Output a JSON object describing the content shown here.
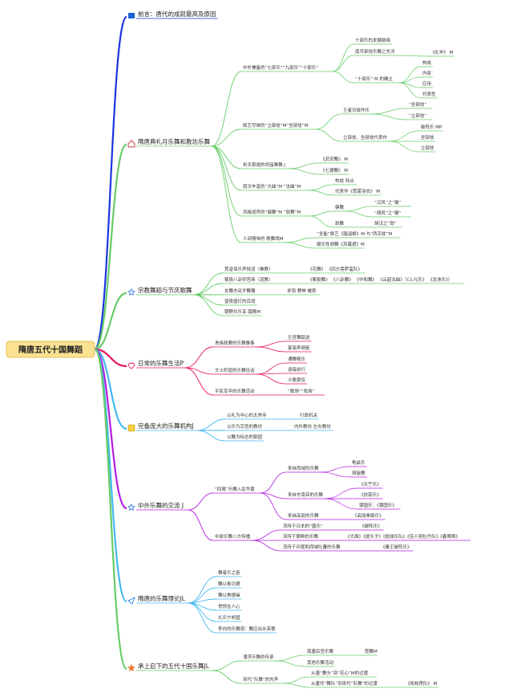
{
  "root": {
    "label": "隋唐五代十国舞蹈"
  },
  "branches": [
    {
      "id": "b0",
      "label": "前言：唐代的成就最高及原因",
      "color": "#1a35e0",
      "icon": "flag-icon",
      "items": []
    },
    {
      "id": "b1",
      "label": "隋唐典礼月乐舞和教坊乐舞",
      "color": "#66cc66",
      "icon": "home-icon",
      "items": [
        {
          "label": "中外兼备的“七部乐”“九部乐”“十部乐”",
          "children": [
            {
              "label": "十部乐的发展脉络"
            },
            {
              "label": "南开部伎乐舞之先河",
              "children": [
                {
                  "label": "《礼毕》 M"
                }
              ]
            },
            {
              "label": "“十部乐” M 的确立",
              "children": [
                {
                  "label": "构成"
                },
                {
                  "label": "内容"
                },
                {
                  "label": "应用"
                },
                {
                  "label": "代表性"
                }
              ]
            }
          ]
        },
        {
          "label": "既艺尽映的“立部伎”M“坐部伎”M",
          "children": [
            {
              "label": "王者功成作乐",
              "children": [
                {
                  "label": "“坐部伎”"
                },
                {
                  "label": "“立部伎”"
                }
              ]
            },
            {
              "label": "立部伎、坐部伎代表作",
              "children": [
                {
                  "label": "破阵乐 MP"
                },
                {
                  "label": "坐部伎"
                },
                {
                  "label": "立部伎"
                }
              ]
            }
          ]
        },
        {
          "label": "祈天祭祖的郊庙雅舞 J",
          "children": [
            {
              "label": "《武安舞》 M"
            },
            {
              "label": "《七德舞》 M"
            }
          ]
        },
        {
          "label": "层次丰富的“大曲”M “法曲”M",
          "children": [
            {
              "label": "构成 特点"
            },
            {
              "label": "代表作《霓裳羽衣》 M"
            }
          ]
        },
        {
          "label": "风格迥异的“健舞”M “软舞”M",
          "children": [
            {
              "label": "健舞",
              "children": [
                {
                  "label": "“汉风”之“健”"
                },
                {
                  "label": "“胡风”之“健”"
                }
              ]
            },
            {
              "label": "软舞",
              "children": [
                {
                  "label": "胡汉之“软”"
                }
              ]
            }
          ]
        },
        {
          "label": "人间情味的 歌舞戏M",
          "children": [
            {
              "label": "“全能”俊艺《踏谣娘》M 与“西凉伎”M"
            },
            {
              "label": "娱乐性胡舞《苏幕遮》M"
            }
          ]
        }
      ]
    },
    {
      "id": "b2",
      "label": "宗教舞蹈与节庆歌舞",
      "color": "#66cc66",
      "icon": "star-icon",
      "items": [
        {
          "label": "梵音佰乐声技凌（佛教）",
          "children": [
            {
              "label": "《花舞》 《四方菩萨蛮队》"
            }
          ]
        },
        {
          "label": "紫极八卦仰宫商（道教）",
          "children": [
            {
              "label": "《紫极舞》 《八卦舞》 《中和舞》 《云韶法曲》（《上元乐》 《龙池乐》）"
            }
          ]
        },
        {
          "label": "女舞亦足岁舞骚",
          "children": [
            {
              "label": "求雨 赛神 傩祭"
            }
          ]
        },
        {
          "label": "望夜盛灯的百戏"
        },
        {
          "label": "朝野共乐享 踏歌M"
        }
      ]
    },
    {
      "id": "b3",
      "label": "日常的乐舞生活P",
      "color": "#e8145a",
      "icon": "heart-icon",
      "items": [
        {
          "label": "贵族政要的乐舞雅事",
          "children": [
            {
              "label": "乞官舞蹈送"
            },
            {
              "label": "宴姿弄胡旋"
            }
          ]
        },
        {
          "label": "文士阶层的乐舞佳话",
          "children": [
            {
              "label": "通舞精乐"
            },
            {
              "label": "追每前行"
            },
            {
              "label": "义歌豪佳"
            }
          ]
        },
        {
          "label": "平民军卒的乐舞活动",
          "children": [
            {
              "label": "“歌场”“戏场”"
            }
          ]
        }
      ]
    },
    {
      "id": "b4",
      "label": "完备庞大的乐舞机构J",
      "color": "#44b8f0",
      "icon": "building-icon",
      "items": [
        {
          "label": "以礼为中心的太常寺",
          "children": [
            {
              "label": "行政机关"
            }
          ]
        },
        {
          "label": "以乐为宗旨的教坊",
          "children": [
            {
              "label": "内外教坊 左右教坊"
            }
          ]
        },
        {
          "label": "以舞为标志的梨园"
        }
      ]
    },
    {
      "id": "b5",
      "label": "中外乐舞的交流 J",
      "color": "#b31ee0",
      "icon": "star-icon",
      "items": [
        {
          "label": "“四夷”乐舞入驻华夏",
          "children": [
            {
              "label": "来自西域的乐舞",
              "children": [
                {
                  "label": "龟兹乐"
                },
                {
                  "label": "胡旋舞"
                }
              ]
            },
            {
              "label": "来自东南亚的乐舞",
              "children": [
                {
                  "label": "《天竺乐》"
                },
                {
                  "label": "《扶南乐》"
                },
                {
                  "label": "骠国乐：《骠国乐》"
                }
              ]
            },
            {
              "label": "来自高丽的乐舞",
              "children": [
                {
                  "label": "《高丽拳路乐》"
                }
              ]
            }
          ]
        },
        {
          "label": "中原乐舞八方传播",
          "children": [
            {
              "label": "流传于日本的“唐乐”",
              "children": [
                {
                  "label": "《破阵乐》"
                }
              ]
            },
            {
              "label": "流传于朝鲜的乐舞",
              "children": [
                {
                  "label": "《大面》《拨头子》《抛球乐队》《佳人剪牡丹队》《春莺啭》"
                }
              ]
            },
            {
              "label": "流传于印度和西域吐蕃的乐舞",
              "children": [
                {
                  "label": "《秦王破阵乐》"
                }
              ]
            }
          ]
        }
      ]
    },
    {
      "id": "b6",
      "label": "隋唐的乐舞理论JL",
      "color": "#44b8f0",
      "icon": "send-icon",
      "items": [
        {
          "label": "舞者乐之容"
        },
        {
          "label": "舞以象功德"
        },
        {
          "label": "舞以美德操"
        },
        {
          "label": "悦悦在人心"
        },
        {
          "label": "礼乐宁邦国"
        },
        {
          "label": "李白的乐舞观：舞应出水芙蓉"
        }
      ]
    },
    {
      "id": "b7",
      "label": "承上启下的五代十国乐舞JL",
      "color": "#66cc66",
      "icon": "star-icon",
      "items": [
        {
          "label": "涌浮乐舞的传承",
          "children": [
            {
              "label": "南唐后宫乐舞",
              "children": [
                {
                  "label": "霓舞M"
                }
              ]
            },
            {
              "label": "其他乐舞活动"
            }
          ]
        },
        {
          "label": "宋代“队舞”的先声",
          "children": [
            {
              "label": "从唐“舞头”到“花心”M的过渡"
            },
            {
              "label": "从唐代“舞队”到宋代“队舞”的过渡",
              "children": [
                {
                  "label": "《拓枝莲队》 M"
                }
              ]
            }
          ]
        }
      ]
    }
  ]
}
